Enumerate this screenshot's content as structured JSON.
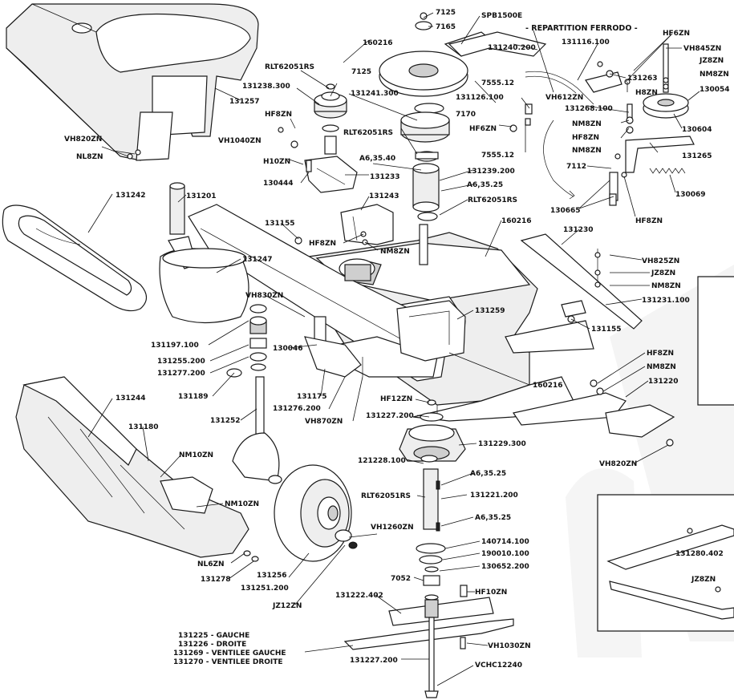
{
  "labels": {
    "l7125a": "7125",
    "l7165": "7165",
    "lSPB": "SPB1500E",
    "l160216a": "160216",
    "l131240": "131240.200",
    "lRepart": "- REPARTITION FERRODO -",
    "l131116": "131116.100",
    "lHF6ZNa": "HF6ZN",
    "lVH845": "VH845ZN",
    "lJZ8a": "JZ8ZN",
    "lNM8a": "NM8ZN",
    "l130054": "130054",
    "lRLTa": "RLT62051RS",
    "l7125b": "7125",
    "l131238": "131238.300",
    "l131241": "131241.300",
    "l131257": "131257",
    "l7555a": "7555.12",
    "l131126": "131126.100",
    "lVH612": "VH612ZN",
    "l131263": "131263",
    "lH8ZN": "H8ZN",
    "l131268": "131268.100",
    "l7170": "7170",
    "lHF8a": "HF8ZN",
    "lVH1040": "VH1040ZN",
    "lRLTb": "RLT62051RS",
    "lHF6ZNb": "HF6ZN",
    "lNM8b": "NM8ZN",
    "lHF8b": "HF8ZN",
    "lNM8c": "NM8ZN",
    "l130604": "130604",
    "lVH820a": "VH820ZN",
    "lNL8": "NL8ZN",
    "lH10": "H10ZN",
    "l7555b": "7555.12",
    "l131265": "131265",
    "lA640": "A6,35.40",
    "l131233": "131233",
    "l131239": "131239.200",
    "l7112": "7112",
    "l130444": "130444",
    "lA625a": "A6,35.25",
    "l131242": "131242",
    "l131201": "131201",
    "l131243": "131243",
    "lRLTc": "RLT62051RS",
    "l130069": "130069",
    "l160216b": "160216",
    "l130665": "130665",
    "lHF8c": "HF8ZN",
    "l131155a": "131155",
    "l131230": "131230",
    "lHF8d": "HF8ZN",
    "lNM8d": "NM8ZN",
    "lVH825": "VH825ZN",
    "l131247": "131247",
    "lJZ8b": "JZ8ZN",
    "lNM8e": "NM8ZN",
    "lVH830": "VH830ZN",
    "l131231": "131231.100",
    "l131259": "131259",
    "l131155b": "131155",
    "l131197": "131197.100",
    "l130046": "130046",
    "lHF8e": "HF8ZN",
    "lNM8f": "NM8ZN",
    "l131255": "131255.200",
    "l131277": "131277.200",
    "l131220": "131220",
    "l160216c": "160216",
    "l131189": "131189",
    "l131175": "131175",
    "l131276": "131276.200",
    "lHF12": "HF12ZN",
    "l131244": "131244",
    "l131252": "131252",
    "lVH870": "VH870ZN",
    "l131227a": "131227.200",
    "l131180": "131180",
    "l131229": "131229.300",
    "lVH820b": "VH820ZN",
    "lNM10a": "NM10ZN",
    "l121228": "121228.100",
    "lA625b": "A6,35.25",
    "lRLTd": "RLT62051RS",
    "l131221": "131221.200",
    "lNM10b": "NM10ZN",
    "lA625c": "A6,35.25",
    "lVH1260": "VH1260ZN",
    "l140714": "140714.100",
    "l190010": "190010.100",
    "l131280": "131280.402",
    "lNL6": "NL6ZN",
    "l130652": "130652.200",
    "lJZ8c": "JZ8ZN",
    "l131278": "131278",
    "l131256": "131256",
    "l7052": "7052",
    "l131251": "131251.200",
    "lHF10": "HF10ZN",
    "lJZ12": "JZ12ZN",
    "l131222": "131222.402",
    "l131225": "131225 - GAUCHE",
    "l131226": "131226 - DROITE",
    "l131269": "131269 - VENTILEE GAUCHE",
    "l131270": "131270 - VENTILEE DROITE",
    "lVH1030": "VH1030ZN",
    "l131227b": "131227.200",
    "lVCHC": "VCHC12240"
  }
}
